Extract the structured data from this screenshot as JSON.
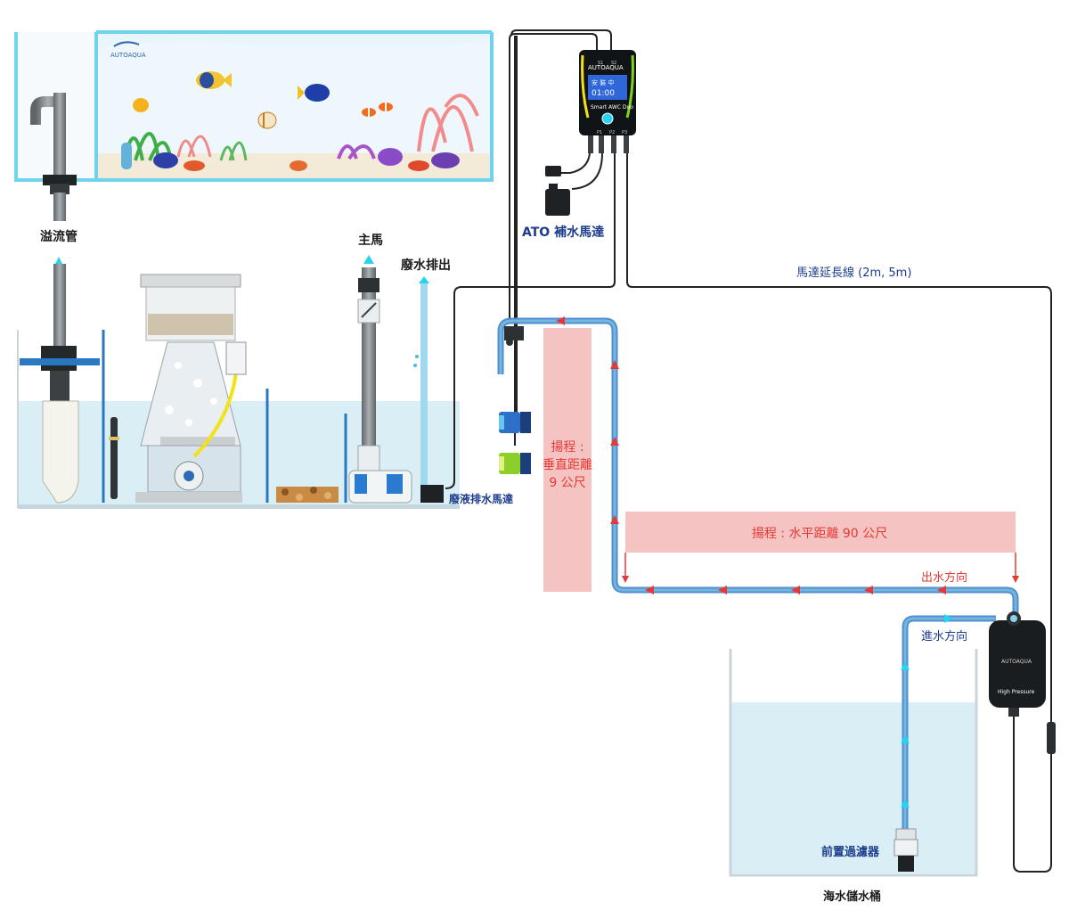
{
  "labels": {
    "overflow_pipe": "溢流管",
    "main_pump": "主馬",
    "waste_outlet": "廢水排出",
    "waste_pump": "廢液排水馬達",
    "ato_pump": "ATO 補水馬達",
    "extension_cable": "馬達延長線 (2m, 5m)",
    "head_vertical_1": "揚程 :",
    "head_vertical_2": "垂直距離",
    "head_vertical_3": "9 公尺",
    "head_horizontal": "揚程 : 水平距離 90 公尺",
    "outflow_direction": "出水方向",
    "inflow_direction": "進水方向",
    "prefilter": "前置過濾器",
    "reservoir": "海水儲水桶"
  },
  "brand": {
    "logo_text": "AUTOAQUA",
    "controller_model": "Smart AWC Duo",
    "controller_display_line1": "安 裝 中",
    "controller_display_line2": "01:00",
    "port_labels": [
      "P1",
      "P2",
      "P3"
    ],
    "top_port_labels": [
      "S1",
      "S2"
    ],
    "pump_brand": "AUTOAQUA",
    "pump_tag": "High Pressure"
  },
  "colors": {
    "pipe_blue": "#4f8fcf",
    "pipe_light": "#8ed0ea",
    "water": "#daeef5",
    "head_fill": "#f6c3c3",
    "arrow_red": "#e53935",
    "arrow_cyan": "#27d4f0",
    "label_dark": "#1a1a1a",
    "label_blue": "#1c3c8c",
    "label_red": "#e53935"
  }
}
